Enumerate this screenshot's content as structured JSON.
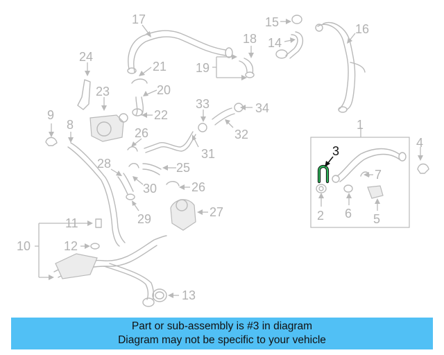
{
  "diagram": {
    "highlight_color": "#2fb35a",
    "callouts": [
      {
        "id": "1",
        "label": "1"
      },
      {
        "id": "2",
        "label": "2"
      },
      {
        "id": "3",
        "label": "3"
      },
      {
        "id": "4",
        "label": "4"
      },
      {
        "id": "5",
        "label": "5"
      },
      {
        "id": "6",
        "label": "6"
      },
      {
        "id": "7",
        "label": "7"
      },
      {
        "id": "8",
        "label": "8"
      },
      {
        "id": "9",
        "label": "9"
      },
      {
        "id": "10",
        "label": "10"
      },
      {
        "id": "11",
        "label": "11"
      },
      {
        "id": "12",
        "label": "12"
      },
      {
        "id": "13",
        "label": "13"
      },
      {
        "id": "14",
        "label": "14"
      },
      {
        "id": "15",
        "label": "15"
      },
      {
        "id": "16",
        "label": "16"
      },
      {
        "id": "17",
        "label": "17"
      },
      {
        "id": "18",
        "label": "18"
      },
      {
        "id": "19",
        "label": "19"
      },
      {
        "id": "20",
        "label": "20"
      },
      {
        "id": "21",
        "label": "21"
      },
      {
        "id": "22",
        "label": "22"
      },
      {
        "id": "23",
        "label": "23"
      },
      {
        "id": "24",
        "label": "24"
      },
      {
        "id": "25",
        "label": "25"
      },
      {
        "id": "26a",
        "label": "26"
      },
      {
        "id": "26b",
        "label": "26"
      },
      {
        "id": "27",
        "label": "27"
      },
      {
        "id": "28",
        "label": "28"
      },
      {
        "id": "29",
        "label": "29"
      },
      {
        "id": "30",
        "label": "30"
      },
      {
        "id": "31",
        "label": "31"
      },
      {
        "id": "32",
        "label": "32"
      },
      {
        "id": "33",
        "label": "33"
      },
      {
        "id": "34",
        "label": "34"
      }
    ]
  },
  "banner": {
    "line1": "Part or sub-assembly is #3 in diagram",
    "line2": "Diagram may not be specific to your vehicle",
    "background": "#51c0f5"
  }
}
